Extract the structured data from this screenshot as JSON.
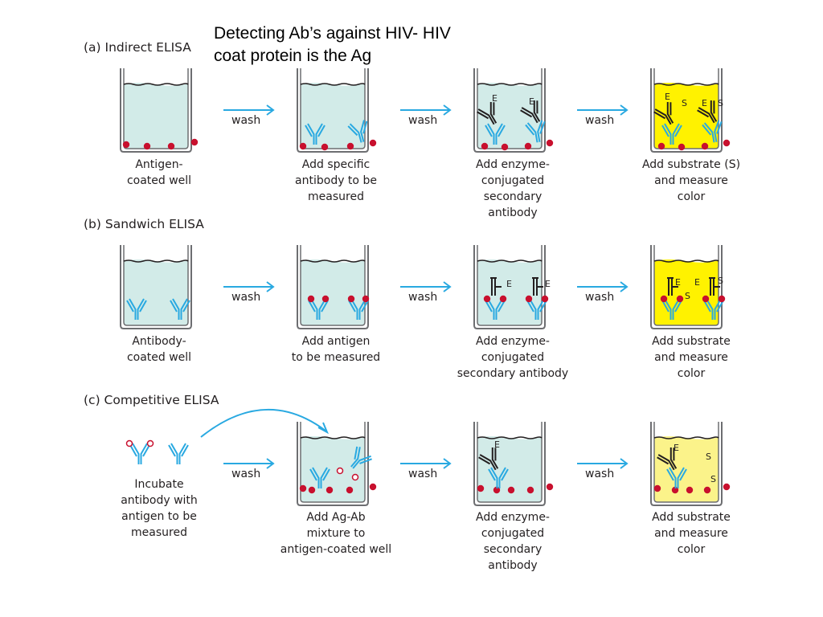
{
  "overlay_title": {
    "line1": "Detecting Ab’s against HIV- HIV",
    "line2": "coat protein is the Ag"
  },
  "colors": {
    "well_fill": "#d2ebe8",
    "yellow_fill": "#fff200",
    "pale_yellow_fill": "#fbf38a",
    "well_outline": "#6d6e71",
    "arrow": "#29a9e1",
    "antibody_blue": "#29a9e1",
    "antigen_red": "#c8102e",
    "enzyme_ab": "#231f20"
  },
  "wash_label": "wash",
  "enzyme_letter": "E",
  "substrate_letter": "S",
  "sections": [
    {
      "title": "(a) Indirect ELISA",
      "captions": [
        [
          "Antigen-",
          "coated well"
        ],
        [
          "Add specific",
          "antibody to be",
          "measured"
        ],
        [
          "Add enzyme-",
          "conjugated",
          "secondary",
          "antibody"
        ],
        [
          "Add substrate (S)",
          "and measure",
          "color"
        ]
      ]
    },
    {
      "title": "(b) Sandwich ELISA",
      "captions": [
        [
          "Antibody-",
          "coated well"
        ],
        [
          "Add antigen",
          "to be measured"
        ],
        [
          "Add enzyme-",
          "conjugated",
          "secondary antibody"
        ],
        [
          "Add substrate",
          "and measure",
          "color"
        ]
      ]
    },
    {
      "title": "(c) Competitive ELISA",
      "captions": [
        [
          "Incubate",
          "antibody with",
          "antigen to be",
          "measured"
        ],
        [
          "Add Ag-Ab",
          "mixture to",
          "antigen-coated well"
        ],
        [
          "Add enzyme-",
          "conjugated",
          "secondary",
          "antibody"
        ],
        [
          "Add substrate",
          "and measure",
          "color"
        ]
      ]
    }
  ]
}
